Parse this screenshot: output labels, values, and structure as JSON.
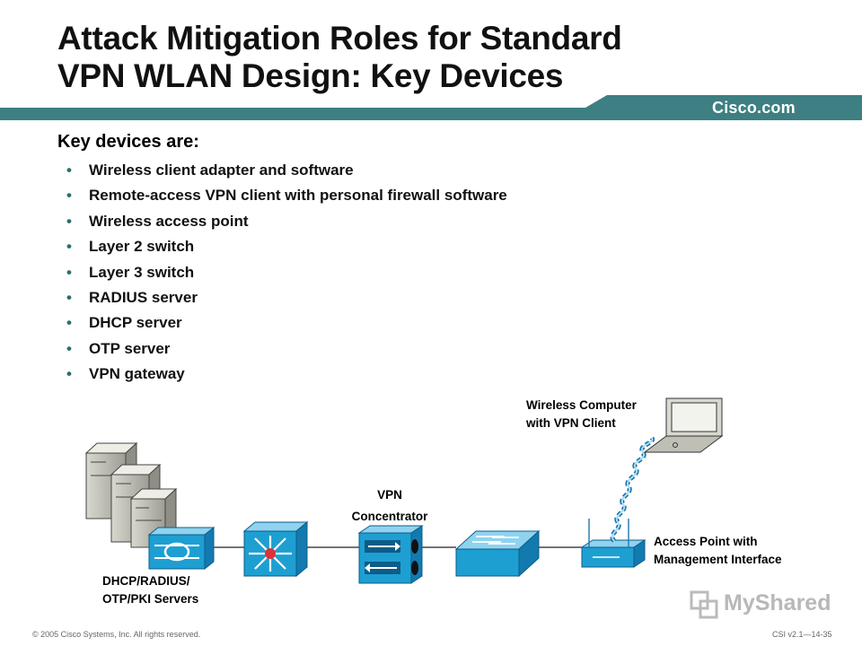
{
  "slide": {
    "title_line1": "Attack Mitigation Roles for Standard",
    "title_line2": "VPN WLAN Design: Key Devices",
    "brand": "Cisco.com",
    "intro": "Key devices are:",
    "bullet_char": "•",
    "bullets": [
      "Wireless client adapter and software",
      "Remote-access VPN client with personal firewall software",
      "Wireless access point",
      "Layer 2 switch",
      "Layer 3 switch",
      "RADIUS server",
      "DHCP server",
      "OTP server",
      "VPN gateway"
    ]
  },
  "diagram": {
    "laptop_label_line1": "Wireless Computer",
    "laptop_label_line2": "with VPN Client",
    "vpn_label_line1": "VPN",
    "vpn_label_line2": "Concentrator",
    "ap_label_line1": "Access Point with",
    "ap_label_line2": "Management Interface",
    "servers_label_line1": "DHCP/RADIUS/",
    "servers_label_line2": "OTP/PKI Servers"
  },
  "footer": {
    "copyright": "© 2005 Cisco Systems, Inc. All rights reserved.",
    "course_code": "CSI v2.1—14-35",
    "logo_text": "MyShared"
  },
  "colors": {
    "teal_bar": "#3d7f82",
    "device_blue": "#1e9fd2",
    "device_dark": "#137ab0",
    "bullet_teal": "#2a6f73"
  }
}
